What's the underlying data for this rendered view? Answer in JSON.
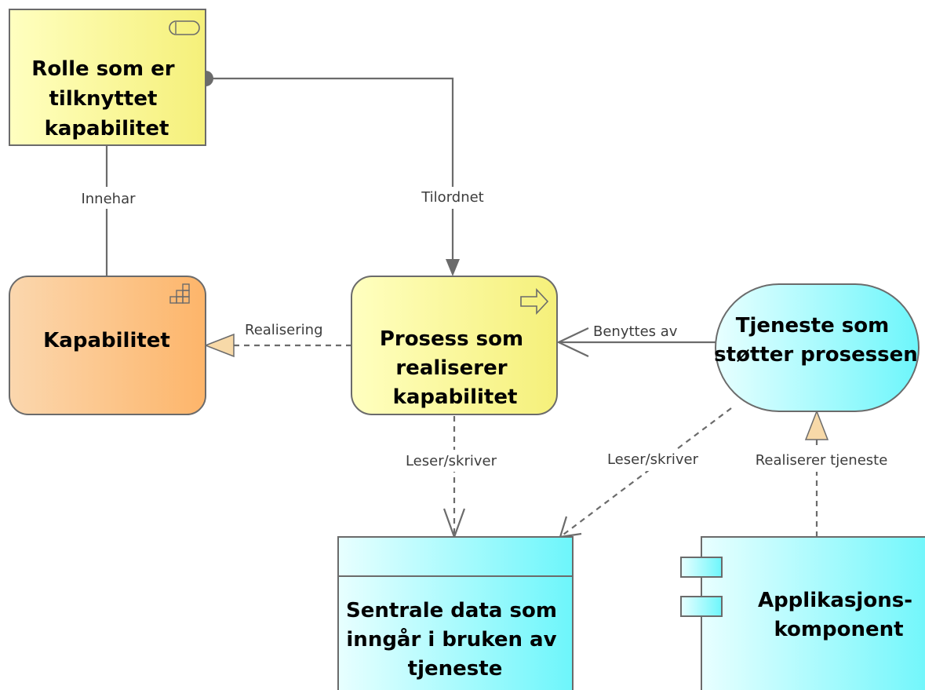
{
  "nodes": {
    "role": {
      "label": [
        "Rolle som er",
        "tilknyttet",
        "kapabilitet"
      ],
      "icon": "role-icon"
    },
    "capability": {
      "label": [
        "Kapabilitet"
      ],
      "icon": "capability-icon"
    },
    "process": {
      "label": [
        "Prosess som",
        "realiserer",
        "kapabilitet"
      ],
      "icon": "process-arrow-icon"
    },
    "service": {
      "label": [
        "Tjeneste som",
        "støtter prosessen"
      ]
    },
    "data": {
      "label": [
        "Sentrale data som",
        "inngår i bruken av",
        "tjeneste"
      ]
    },
    "component": {
      "label": [
        "Applikasjons-",
        "komponent"
      ],
      "icon": "component-icon"
    }
  },
  "edges": {
    "innehar": "Innehar",
    "tilordnet": "Tilordnet",
    "realisering": "Realisering",
    "benyttes_av": "Benyttes av",
    "leser_skriver_1": "Leser/skriver",
    "leser_skriver_2": "Leser/skriver",
    "realiserer_tjeneste": "Realiserer tjeneste"
  },
  "colors": {
    "business_yellow": "#ffff99",
    "capability_orange": "#ffbb77",
    "application_cyan": "#99ffff",
    "stroke": "#6b6b6b",
    "realization_arrow_fill": "#f7d9a8"
  }
}
